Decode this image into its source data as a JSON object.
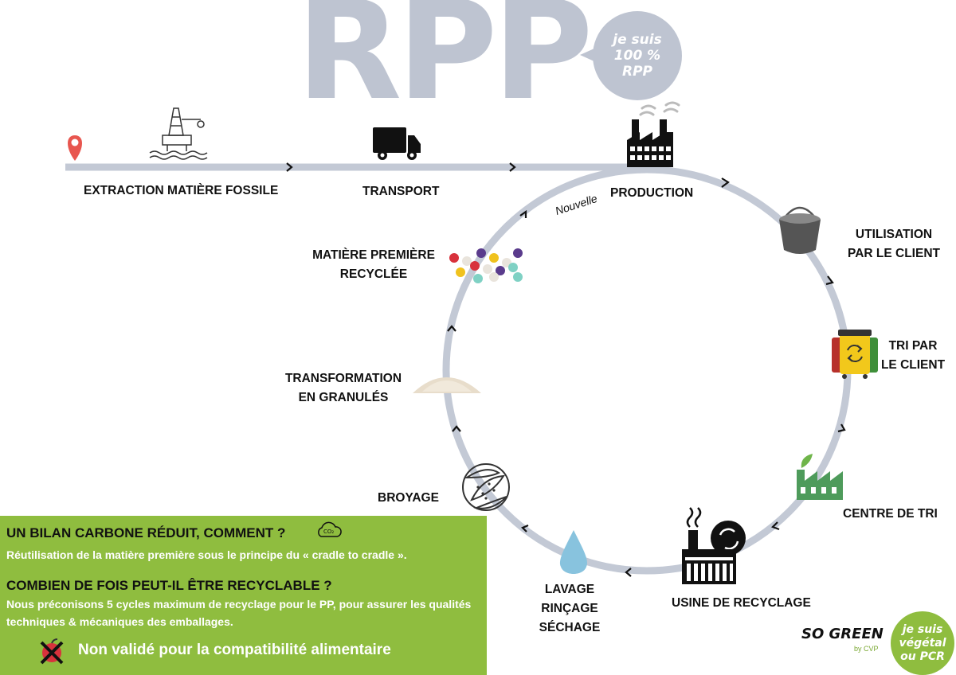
{
  "header": {
    "title": "RPP",
    "badge_lines": [
      "je suis",
      "100 %",
      "RPP"
    ]
  },
  "steps": {
    "extraction": "EXTRACTION MATIÈRE FOSSILE",
    "transport": "TRANSPORT",
    "nouvelle": "Nouvelle",
    "production": "PRODUCTION",
    "utilisation": [
      "UTILISATION",
      "PAR LE CLIENT"
    ],
    "tri": [
      "TRI PAR",
      "LE CLIENT"
    ],
    "centre_tri": "CENTRE DE TRI",
    "usine": "USINE DE RECYCLAGE",
    "lavage": [
      "LAVAGE",
      "RINÇAGE",
      "SÉCHAGE"
    ],
    "broyage": "BROYAGE",
    "granules": [
      "TRANSFORMATION",
      "EN GRANULÉS"
    ],
    "matiere": [
      "MATIÈRE PREMIÈRE",
      "RECYCLÉE"
    ]
  },
  "info": {
    "h1": "UN BILAN CARBONE RÉDUIT, COMMENT ?",
    "co2_label": "CO₂",
    "p1": "Réutilisation de la matière première sous le principe du « cradle to cradle ».",
    "h2": "COMBIEN DE FOIS PEUT-IL ÊTRE RECYCLABLE ?",
    "p2": "Nous préconisons 5 cycles maximum de recyclage pour le PP, pour assurer les qualités techniques & mécaniques des emballages.",
    "food": "Non validé pour la compatibilité alimentaire"
  },
  "brand": {
    "name": "SO GREEN",
    "by": "by CVP",
    "badge_lines": [
      "je suis",
      "végétal",
      "ou PCR"
    ]
  },
  "colors": {
    "path": "#c3c9d5",
    "title": "#bec4d1",
    "green": "#8fbd3f",
    "pin": "#e8564f"
  },
  "icons": [
    "location-pin-icon",
    "oil-rig-icon",
    "truck-icon",
    "factory-icon",
    "bucket-icon",
    "recycling-bins-icon",
    "sorting-center-icon",
    "recycling-plant-icon",
    "water-drop-icon",
    "shredder-icon",
    "powder-pile-icon",
    "plastic-pellets-icon",
    "co2-cloud-icon",
    "no-food-icon"
  ]
}
